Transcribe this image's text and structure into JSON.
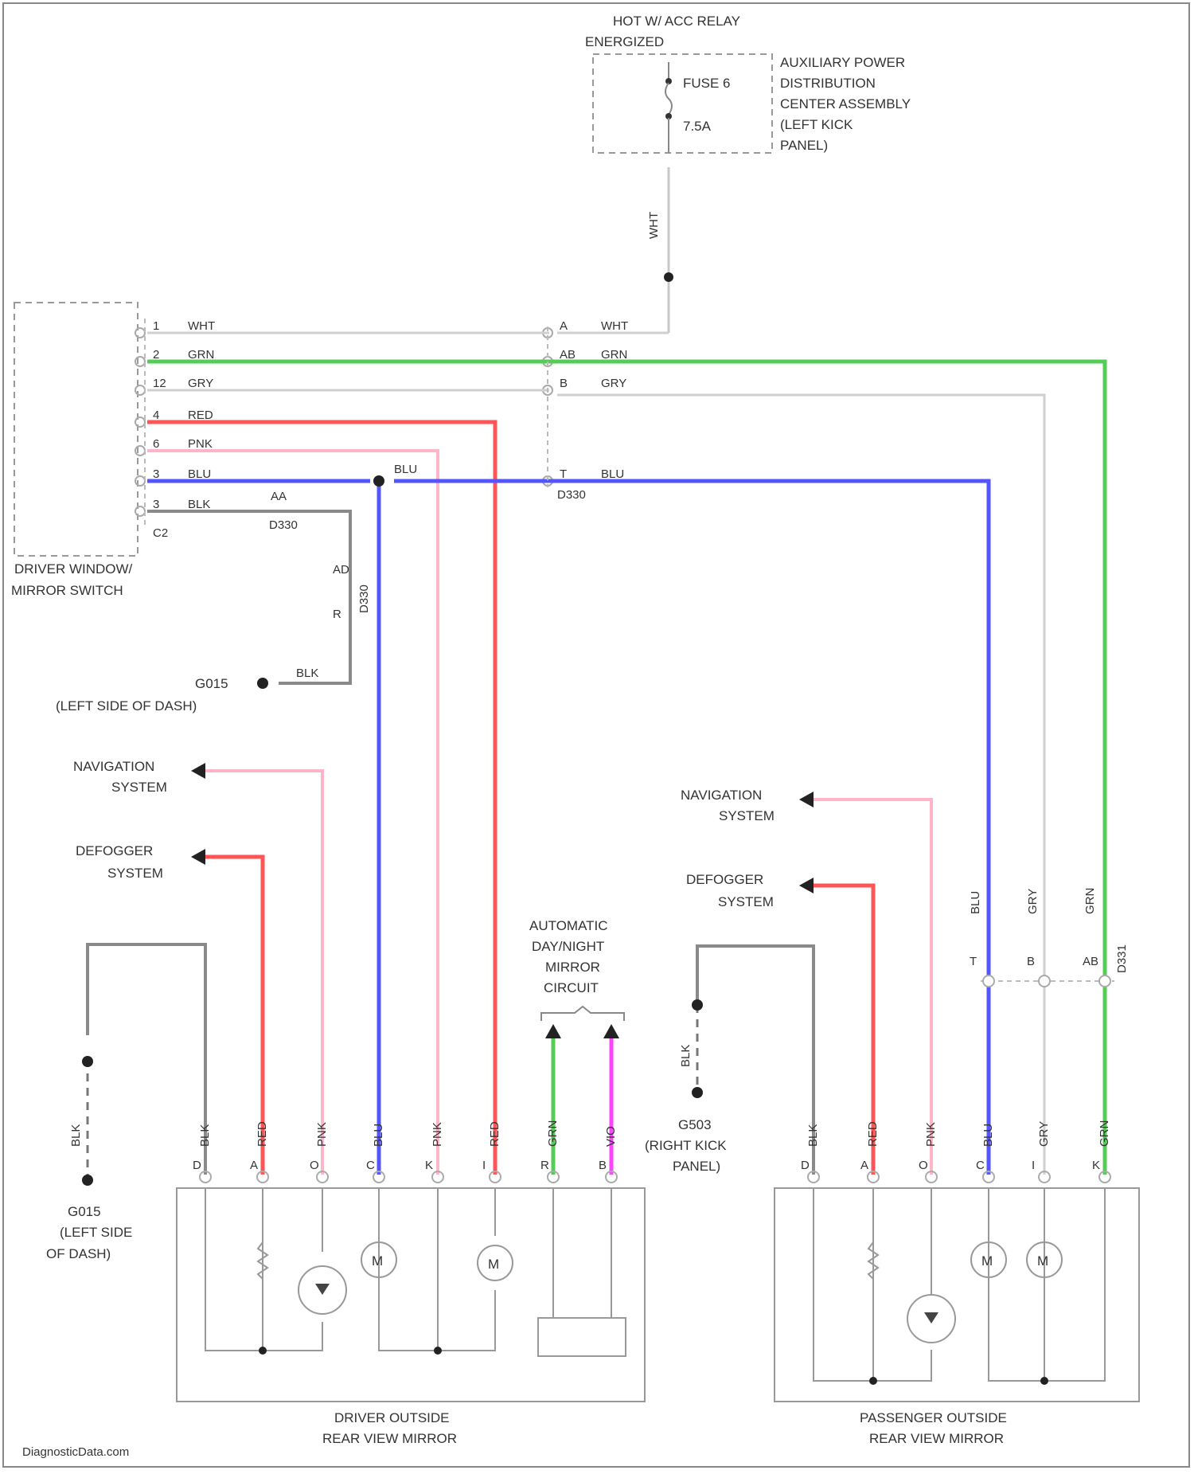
{
  "colors": {
    "WHT": "#c8c8c8",
    "GRN": "#44cc44",
    "GRY": "#b8b8b8",
    "RED": "#ff4444",
    "PNK": "#ffb0c8",
    "BLU": "#5555ff",
    "BLK": "#777777",
    "VIO": "#ff44ff",
    "frame": "#999999"
  },
  "top": {
    "relay_label": "HOT W/ ACC RELAY",
    "relay_label_2": "ENERGIZED",
    "fuse_name": "FUSE 6",
    "fuse_rating": "7.5A",
    "apdc_label": [
      "AUXILIARY POWER",
      "DISTRIBUTION",
      "CENTER ASSEMBLY",
      "(LEFT KICK",
      "PANEL)"
    ],
    "feed_wire": "WHT"
  },
  "driver_switch": {
    "title": [
      "DRIVER WINDOW/",
      "MIRROR SWITCH"
    ],
    "connector": "C2",
    "pins": [
      {
        "pin": "1",
        "color": "WHT"
      },
      {
        "pin": "2",
        "color": "GRN"
      },
      {
        "pin": "12",
        "color": "GRY"
      },
      {
        "pin": "4",
        "color": "RED"
      },
      {
        "pin": "6",
        "color": "PNK"
      },
      {
        "pin": "3",
        "color": "BLU"
      },
      {
        "pin": "3",
        "color": "BLK"
      }
    ],
    "ground_splice_pin": "AA",
    "ground_splice_conn": "D330"
  },
  "mid_connector": {
    "name": "D330",
    "pins": [
      {
        "pin": "A",
        "color": "WHT"
      },
      {
        "pin": "AB",
        "color": "GRN"
      },
      {
        "pin": "B",
        "color": "GRY"
      },
      {
        "pin": "T",
        "color": "BLU"
      }
    ],
    "blu_splice_label": "BLU"
  },
  "ground_left": {
    "name": "G015",
    "location": "(LEFT SIDE OF DASH)",
    "wire": "BLK",
    "connector": "D330",
    "pins": [
      "AD",
      "R"
    ]
  },
  "driver_side": {
    "nav_label": [
      "NAVIGATION",
      "SYSTEM"
    ],
    "defog_label": [
      "DEFOGGER",
      "SYSTEM"
    ],
    "auto_mirror_label": [
      "AUTOMATIC",
      "DAY/NIGHT",
      "MIRROR",
      "CIRCUIT"
    ],
    "ground_name": "G015",
    "ground_loc": [
      "(LEFT SIDE",
      "OF DASH)"
    ],
    "ground_wire": "BLK",
    "wires": [
      {
        "color": "BLK",
        "pin": "D"
      },
      {
        "color": "RED",
        "pin": "A"
      },
      {
        "color": "PNK",
        "pin": "O"
      },
      {
        "color": "BLU",
        "pin": "C"
      },
      {
        "color": "PNK",
        "pin": "K"
      },
      {
        "color": "RED",
        "pin": "I"
      },
      {
        "color": "GRN",
        "pin": "R"
      },
      {
        "color": "VIO",
        "pin": "B"
      }
    ],
    "mirror_title": [
      "DRIVER OUTSIDE",
      "REAR VIEW MIRROR"
    ],
    "motor_symbol": "M"
  },
  "passenger_side": {
    "nav_label": [
      "NAVIGATION",
      "SYSTEM"
    ],
    "defog_label": [
      "DEFOGGER",
      "SYSTEM"
    ],
    "ground_name": "G503",
    "ground_loc": [
      "(RIGHT KICK",
      "PANEL)"
    ],
    "ground_wire": "BLK",
    "inline_conn": "D331",
    "inline_pins": [
      "T",
      "B",
      "AB"
    ],
    "inline_colors": [
      "BLU",
      "GRY",
      "GRN"
    ],
    "wires": [
      {
        "color": "BLK",
        "pin": "D"
      },
      {
        "color": "RED",
        "pin": "A"
      },
      {
        "color": "PNK",
        "pin": "O"
      },
      {
        "color": "BLU",
        "pin": "C"
      },
      {
        "color": "GRY",
        "pin": "I"
      },
      {
        "color": "GRN",
        "pin": "K"
      }
    ],
    "mirror_title": [
      "PASSENGER OUTSIDE",
      "REAR VIEW MIRROR"
    ],
    "motor_symbol": "M"
  },
  "watermark": "DiagnosticData.com"
}
